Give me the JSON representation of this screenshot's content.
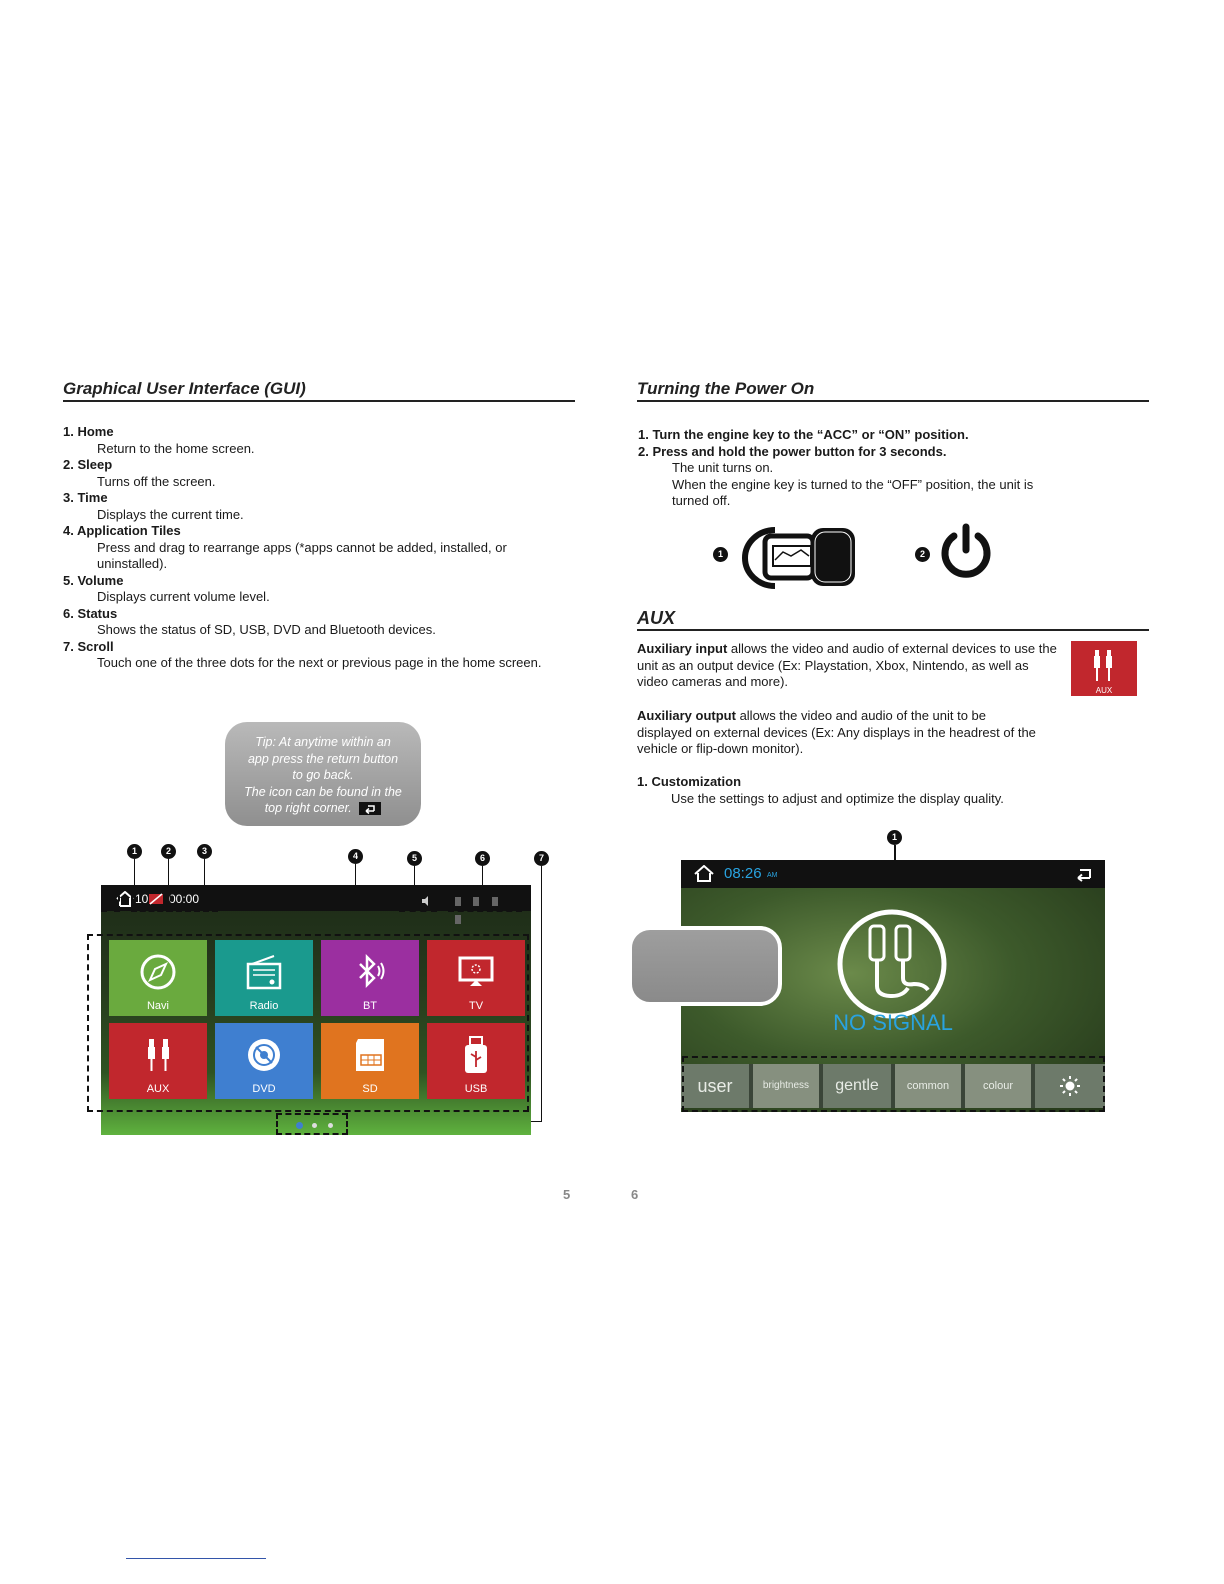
{
  "left": {
    "title": "Graphical User Interface (GUI)",
    "items": [
      {
        "head": "1. Home",
        "body": "Return to the home screen."
      },
      {
        "head": "2. Sleep",
        "body": "Turns off the screen."
      },
      {
        "head": "3. Time",
        "body": "Displays the current time."
      },
      {
        "head": "4. Application Tiles",
        "body": "Press and drag to rearrange apps (*apps cannot be added, installed, or uninstalled)."
      },
      {
        "head": "5. Volume",
        "body": "Displays current volume level."
      },
      {
        "head": "6. Status",
        "body": "Shows the status of SD, USB, DVD and Bluetooth devices."
      },
      {
        "head": "7. Scroll",
        "body": "Touch one of the three dots for the next or previous page in the home screen."
      }
    ],
    "tip": {
      "line1": "Tip: At anytime within an",
      "line2": "app press the return button",
      "line3": "to go back.",
      "line4": "The icon can be found in the",
      "line5": "top right corner."
    },
    "callouts": [
      "1",
      "2",
      "3",
      "4",
      "5",
      "6",
      "7"
    ],
    "screen": {
      "volume": "10",
      "time": "00:00",
      "tiles": [
        {
          "label": "Navi",
          "color": "#6aaa3e",
          "icon": "compass-icon"
        },
        {
          "label": "Radio",
          "color": "#1a9a8e",
          "icon": "radio-icon"
        },
        {
          "label": "BT",
          "color": "#9b2fa0",
          "icon": "bluetooth-icon"
        },
        {
          "label": "TV",
          "color": "#c1272d",
          "icon": "tv-icon"
        },
        {
          "label": "AUX",
          "color": "#c1272d",
          "icon": "aux-icon"
        },
        {
          "label": "DVD",
          "color": "#3f7fd0",
          "icon": "disc-icon"
        },
        {
          "label": "SD",
          "color": "#e0741f",
          "icon": "sd-card-icon"
        },
        {
          "label": "USB",
          "color": "#c1272d",
          "icon": "usb-icon"
        }
      ]
    },
    "page_number": "5"
  },
  "right": {
    "title": "Turning the Power On",
    "steps": [
      "1. Turn the engine key to the “ACC” or “ON” position.",
      "2. Press and hold the power button for 3 seconds."
    ],
    "step_body": [
      "The unit turns on.",
      "When the engine key is turned to the “OFF” position, the unit is turned off."
    ],
    "power_callouts": [
      "1",
      "2"
    ],
    "aux_title": "AUX",
    "aux_input_bold": "Auxiliary input",
    "aux_input_text": " allows the video and audio of external devices to use the unit as an output device (Ex: Playstation, Xbox, Nintendo, as well as video cameras and more).",
    "aux_output_bold": "Auxiliary output",
    "aux_output_text": " allows the video and audio of the unit to be displayed on external devices (Ex: Any displays in the headrest of the vehicle or flip-down monitor).",
    "aux_badge_label": "AUX",
    "custom_head": "1. Customization",
    "custom_body": "Use the settings to adjust and optimize the display quality.",
    "custom_callout": "1",
    "screen": {
      "time": "08:26",
      "ampm": "AM",
      "no_signal": "NO SIGNAL",
      "bar": [
        "user",
        "brightness",
        "gentle",
        "common",
        "colour"
      ]
    },
    "page_number": "6"
  },
  "colors": {
    "aux_red": "#c1272d",
    "screen_blue": "#29a3e0"
  }
}
